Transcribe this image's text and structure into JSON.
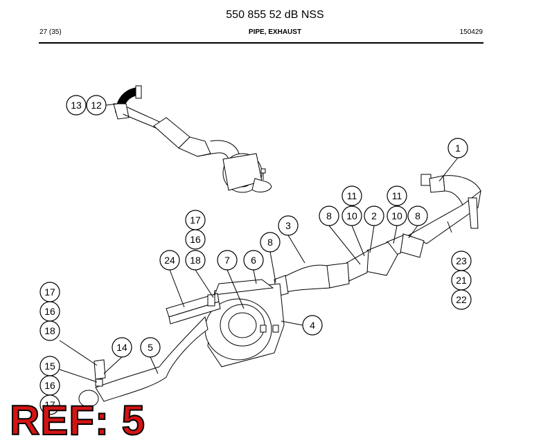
{
  "header": {
    "title": "550 855 52 dB NSS",
    "page": "27 (35)",
    "section": "PIPE, EXHAUST",
    "code": "150429"
  },
  "callouts": [
    "1",
    "2",
    "3",
    "4",
    "5",
    "6",
    "7",
    "8",
    "8",
    "8",
    "10",
    "10",
    "11",
    "11",
    "12",
    "13",
    "14",
    "15",
    "16",
    "16",
    "16",
    "17",
    "17",
    "17",
    "18",
    "18",
    "21",
    "22",
    "23",
    "24"
  ],
  "callout_labels": {
    "c1": "1",
    "c2": "2",
    "c3": "3",
    "c4": "4",
    "c5": "5",
    "c6": "6",
    "c7": "7",
    "c8a": "8",
    "c8b": "8",
    "c8c": "8",
    "c10a": "10",
    "c10b": "10",
    "c11a": "11",
    "c11b": "11",
    "c12": "12",
    "c13": "13",
    "c14": "14",
    "c15": "15",
    "c16a": "16",
    "c16b": "16",
    "c16c": "16",
    "c17a": "17",
    "c17b": "17",
    "c17c": "17",
    "c18a": "18",
    "c18b": "18",
    "c21": "21",
    "c22": "22",
    "c23": "23",
    "c24": "24"
  },
  "ref_label": "REF: 5",
  "colors": {
    "ref_text": "#d41414",
    "line": "#000000"
  }
}
